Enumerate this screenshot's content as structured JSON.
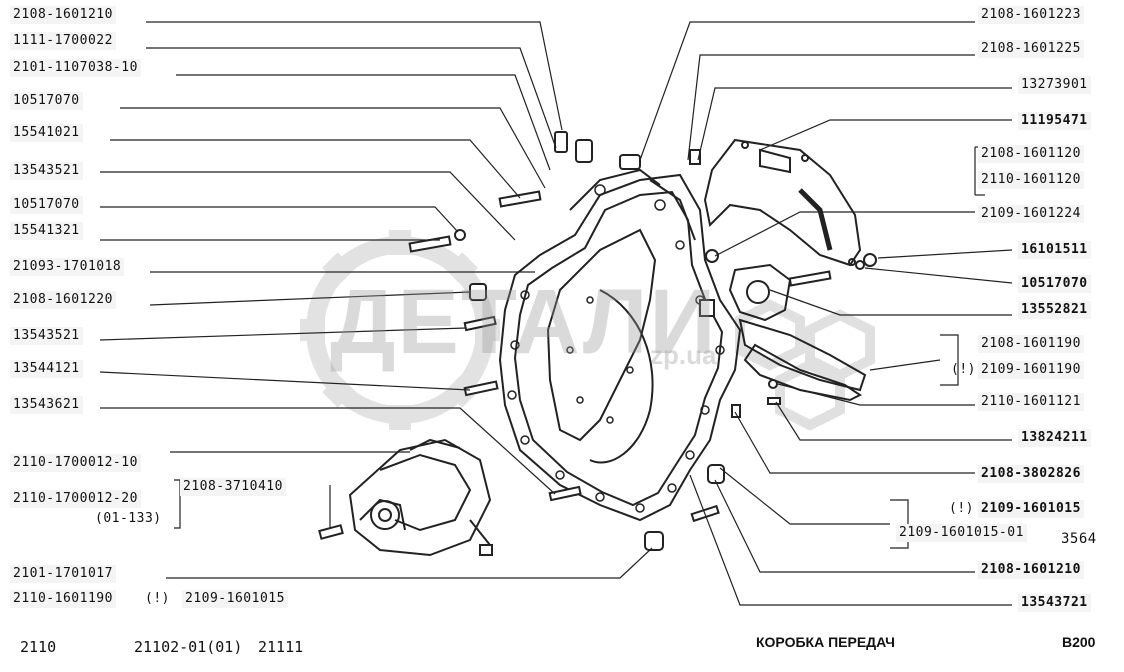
{
  "labels_left": [
    "2108-1601210",
    "1111-1700022",
    "2101-1107038-10",
    "10517070",
    "15541021",
    "13543521",
    "10517070",
    "15541321",
    "21093-1701018",
    "2108-1601220",
    "13543521",
    "13544121",
    "13543621",
    "2110-1700012-10",
    "2110-1700012-20",
    "(01-133)",
    "2108-3710410",
    "2101-1701017",
    "2110-1601190",
    "(!)",
    "2109-1601015"
  ],
  "labels_right": [
    "2108-1601223",
    "2108-1601225",
    "13273901",
    "11195471",
    "2108-1601120",
    "2110-1601120",
    "2109-1601224",
    "16101511",
    "10517070",
    "13552821",
    "2108-1601190",
    "(!)",
    "2109-1601190",
    "2110-1601121",
    "13824211",
    "2108-3802826",
    "(!)",
    "2109-1601015",
    "2109-1601015-01",
    "3564",
    "2108-1601210",
    "13543721"
  ],
  "footer": {
    "model_1": "2110",
    "model_2": "21102-01(01)",
    "model_3": "21111",
    "section_title": "КОРОБКА ПЕРЕДАЧ",
    "page_code": "B200"
  },
  "watermark": {
    "brand": "ДЕТАЛИ",
    "domain": "zp.ua"
  }
}
